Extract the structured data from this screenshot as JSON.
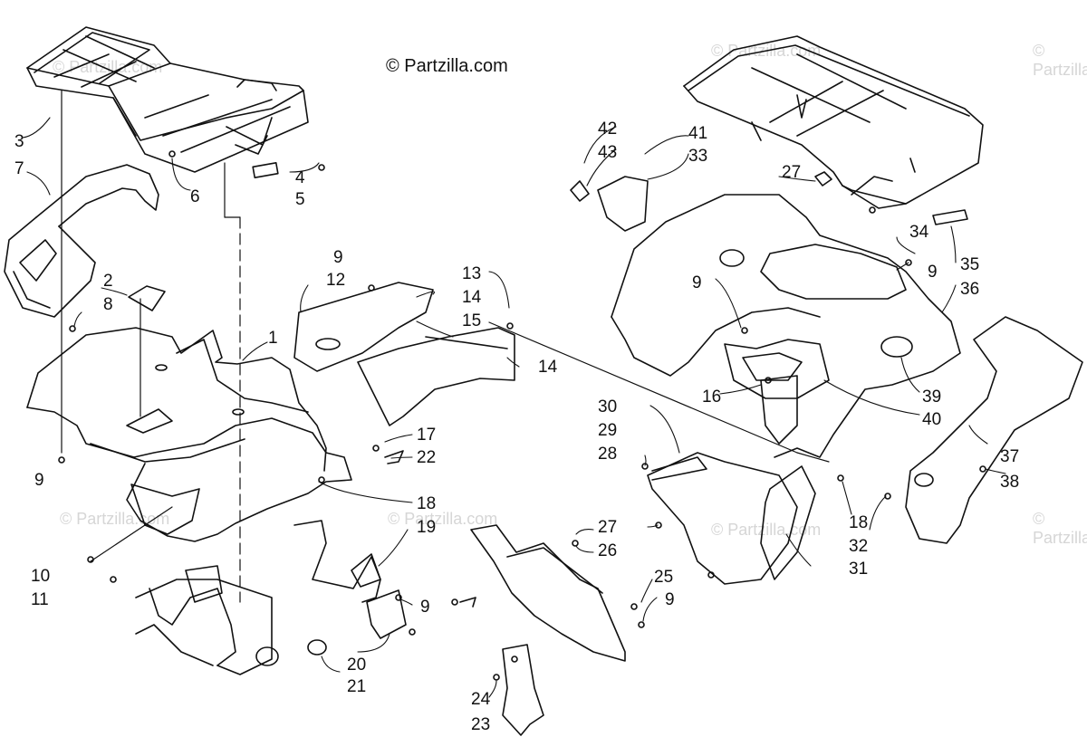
{
  "copyright": "© Partzilla.com",
  "watermark": "© Partzilla.com",
  "callouts": [
    {
      "id": "c1",
      "label": "1"
    },
    {
      "id": "c2",
      "label": "2"
    },
    {
      "id": "c3",
      "label": "3"
    },
    {
      "id": "c4",
      "label": "4"
    },
    {
      "id": "c5",
      "label": "5"
    },
    {
      "id": "c6",
      "label": "6"
    },
    {
      "id": "c7",
      "label": "7"
    },
    {
      "id": "c8",
      "label": "8"
    },
    {
      "id": "c9a",
      "label": "9"
    },
    {
      "id": "c9b",
      "label": "9"
    },
    {
      "id": "c9c",
      "label": "9"
    },
    {
      "id": "c9d",
      "label": "9"
    },
    {
      "id": "c9e",
      "label": "9"
    },
    {
      "id": "c9f",
      "label": "9"
    },
    {
      "id": "c10",
      "label": "10"
    },
    {
      "id": "c11",
      "label": "11"
    },
    {
      "id": "c12",
      "label": "12"
    },
    {
      "id": "c13",
      "label": "13"
    },
    {
      "id": "c14a",
      "label": "14"
    },
    {
      "id": "c14b",
      "label": "14"
    },
    {
      "id": "c15",
      "label": "15"
    },
    {
      "id": "c16",
      "label": "16"
    },
    {
      "id": "c17",
      "label": "17"
    },
    {
      "id": "c18a",
      "label": "18"
    },
    {
      "id": "c18b",
      "label": "18"
    },
    {
      "id": "c19",
      "label": "19"
    },
    {
      "id": "c20",
      "label": "20"
    },
    {
      "id": "c21",
      "label": "21"
    },
    {
      "id": "c22",
      "label": "22"
    },
    {
      "id": "c23",
      "label": "23"
    },
    {
      "id": "c24",
      "label": "24"
    },
    {
      "id": "c25",
      "label": "25"
    },
    {
      "id": "c26",
      "label": "26"
    },
    {
      "id": "c27a",
      "label": "27"
    },
    {
      "id": "c27b",
      "label": "27"
    },
    {
      "id": "c28",
      "label": "28"
    },
    {
      "id": "c29",
      "label": "29"
    },
    {
      "id": "c30",
      "label": "30"
    },
    {
      "id": "c31",
      "label": "31"
    },
    {
      "id": "c32",
      "label": "32"
    },
    {
      "id": "c33",
      "label": "33"
    },
    {
      "id": "c34",
      "label": "34"
    },
    {
      "id": "c35",
      "label": "35"
    },
    {
      "id": "c36",
      "label": "36"
    },
    {
      "id": "c37",
      "label": "37"
    },
    {
      "id": "c38",
      "label": "38"
    },
    {
      "id": "c39",
      "label": "39"
    },
    {
      "id": "c40",
      "label": "40"
    },
    {
      "id": "c41",
      "label": "41"
    },
    {
      "id": "c42",
      "label": "42"
    },
    {
      "id": "c43",
      "label": "43"
    },
    {
      "id": "c9g",
      "label": "9"
    }
  ]
}
